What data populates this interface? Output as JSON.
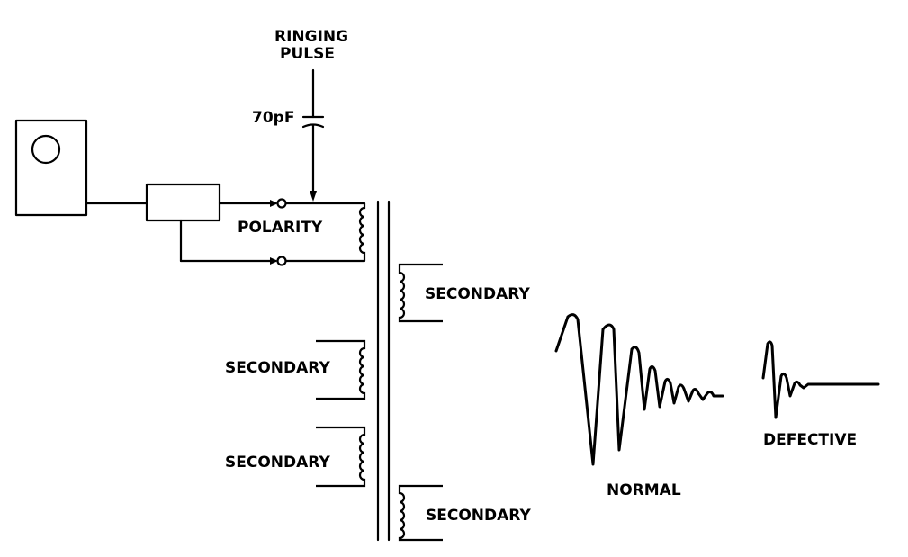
{
  "labels": {
    "ringing_line1": "RINGING",
    "ringing_line2": "PULSE",
    "capacitor": "70pF",
    "polarity": "POLARITY",
    "secondary": "SECONDARY",
    "normal": "NORMAL",
    "defective": "DEFECTIVE"
  },
  "icons": {
    "oscilloscope": "oscilloscope-icon",
    "probe": "probe-box",
    "capacitor": "capacitor-symbol",
    "transformer": "transformer-core"
  },
  "colors": {
    "ink": "#000000",
    "background": "#ffffff"
  }
}
